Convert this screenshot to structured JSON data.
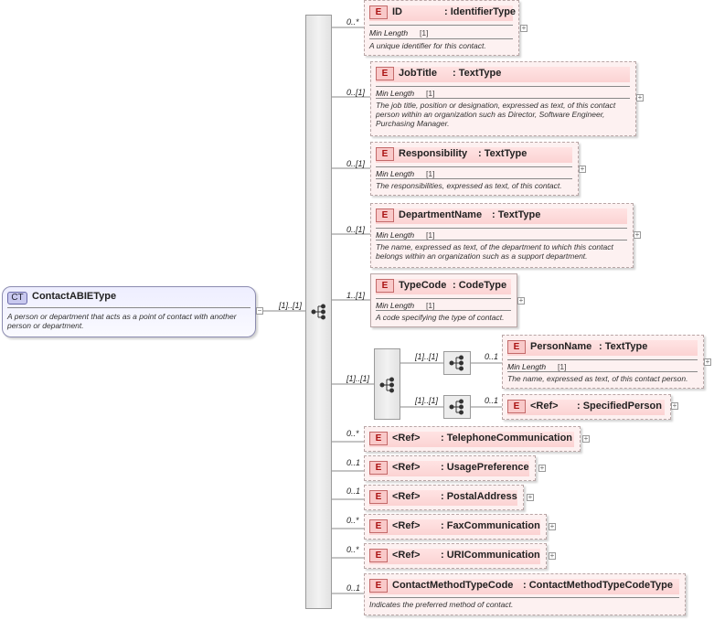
{
  "root": {
    "badge": "CT",
    "name": "ContactABIEType",
    "doc": "A person or department that acts as a point of contact with another person or department.",
    "cardinality": "[1]..[1]"
  },
  "elements": [
    {
      "badge": "E",
      "name": "ID",
      "type": ": IdentifierType",
      "card": "0..*",
      "facet": "Min Length",
      "facet_value": "[1]",
      "doc": "A unique identifier for this contact."
    },
    {
      "badge": "E",
      "name": "JobTitle",
      "type": ": TextType",
      "card": "0..[1]",
      "facet": "Min Length",
      "facet_value": "[1]",
      "doc": "The job title, position or designation, expressed as text, of this contact person within an organization such as Director, Software Engineer, Purchasing Manager."
    },
    {
      "badge": "E",
      "name": "Responsibility",
      "type": ": TextType",
      "card": "0..[1]",
      "facet": "Min Length",
      "facet_value": "[1]",
      "doc": "The responsibilities, expressed as text, of this contact."
    },
    {
      "badge": "E",
      "name": "DepartmentName",
      "type": ": TextType",
      "card": "0..[1]",
      "facet": "Min Length",
      "facet_value": "[1]",
      "doc": "The name, expressed as text, of the department to which this contact belongs within an organization such as a support department."
    },
    {
      "badge": "E",
      "name": "TypeCode",
      "type": ": CodeType",
      "card": "1..[1]",
      "facet": "Min Length",
      "facet_value": "[1]",
      "doc": "A code specifying the type of contact."
    },
    {
      "badge": "E",
      "name": "PersonName",
      "type": ": TextType",
      "card": "0..1",
      "facet": "Min Length",
      "facet_value": "[1]",
      "doc": "The name, expressed as text, of this contact person."
    },
    {
      "badge": "E",
      "name": "<Ref>",
      "type": ": SpecifiedPerson",
      "card": "0..1"
    },
    {
      "badge": "E",
      "name": "<Ref>",
      "type": ": TelephoneCommunication",
      "card": "0..*"
    },
    {
      "badge": "E",
      "name": "<Ref>",
      "type": ": UsagePreference",
      "card": "0..1"
    },
    {
      "badge": "E",
      "name": "<Ref>",
      "type": ": PostalAddress",
      "card": "0..1"
    },
    {
      "badge": "E",
      "name": "<Ref>",
      "type": ": FaxCommunication",
      "card": "0..*"
    },
    {
      "badge": "E",
      "name": "<Ref>",
      "type": ": URICommunication",
      "card": "0..*"
    },
    {
      "badge": "E",
      "name": "ContactMethodTypeCode",
      "type": ": ContactMethodTypeCodeType",
      "card": "0..1",
      "doc": "Indicates the preferred method of contact."
    }
  ],
  "choice": {
    "card": "[1]..[1]",
    "branches": [
      {
        "card": "[1]..[1]"
      },
      {
        "card": "[1]..[1]"
      }
    ]
  }
}
